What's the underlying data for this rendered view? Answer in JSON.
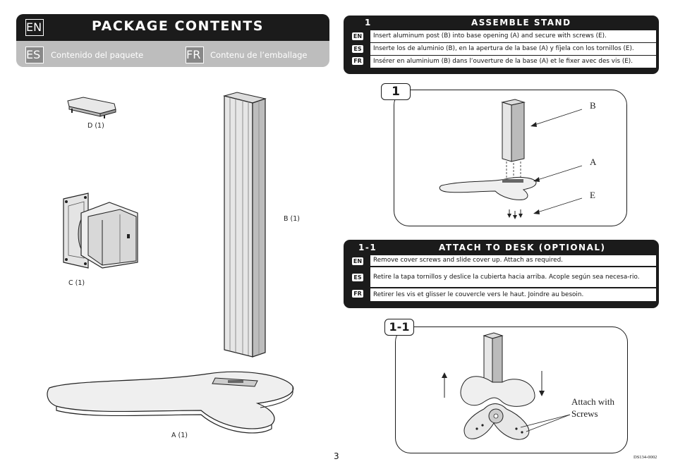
{
  "package_contents": {
    "lang_en": "EN",
    "title": "PACKAGE CONTENTS",
    "lang_es": "ES",
    "es_text": "Contenido del paquete",
    "lang_fr": "FR",
    "fr_text": "Contenu de l’emballage"
  },
  "parts": {
    "d": "D (1)",
    "c": "C (1)",
    "b": "B (1)",
    "a": "A (1)"
  },
  "step1": {
    "number": "1",
    "title": "ASSEMBLE STAND",
    "rows": [
      {
        "lang": "EN",
        "text": "Insert aluminum post (B) into base opening (A) and secure with screws (E)."
      },
      {
        "lang": "ES",
        "text": "Inserte los de aluminio (B), en la apertura de la base (A) y fíjela con los tornillos (E)."
      },
      {
        "lang": "FR",
        "text": "Insérer en aluminium (B) dans l’ouverture de la base (A) et le fixer avec des vis (E)."
      }
    ],
    "badge": "1",
    "labels": {
      "b": "B",
      "a": "A",
      "e": "E"
    }
  },
  "step11": {
    "number": "1-1",
    "title": "ATTACH TO DESK (OPTIONAL)",
    "rows": [
      {
        "lang": "EN",
        "text": "Remove cover screws and slide cover up.  Attach as required."
      },
      {
        "lang": "ES",
        "text": "Retire la tapa tornillos y deslice la cubierta hacia arriba. Acople según sea necesa-rio."
      },
      {
        "lang": "FR",
        "text": "Retirer les vis et glisser le couvercle vers le haut. Joindre au besoin."
      }
    ],
    "badge": "1-1",
    "label_line1": "Attach with",
    "label_line2": "Screws"
  },
  "footer": {
    "page": "3",
    "code": "DS134-0002"
  }
}
